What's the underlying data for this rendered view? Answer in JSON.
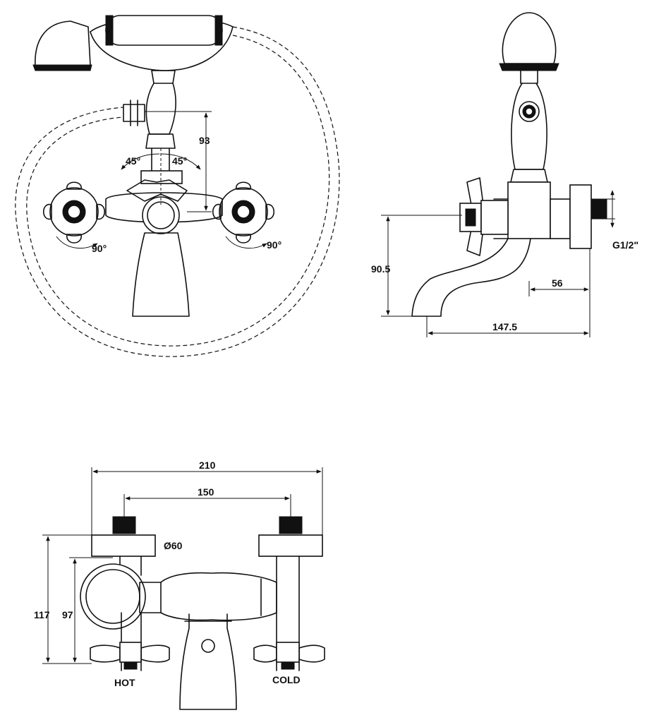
{
  "front_view": {
    "dim_height": "93",
    "angle_left": "45°",
    "angle_right": "45°",
    "rot_left": "90°",
    "rot_right": "90°"
  },
  "side_view": {
    "dim_height": "90.5",
    "dim_offset": "56",
    "dim_length": "147.5",
    "thread": "G1/2\""
  },
  "top_view": {
    "dim_total": "210",
    "dim_centers": "150",
    "dim_diameter": "Ø60",
    "dim_117": "117",
    "dim_97": "97",
    "hot_label": "HOT",
    "cold_label": "COLD"
  }
}
